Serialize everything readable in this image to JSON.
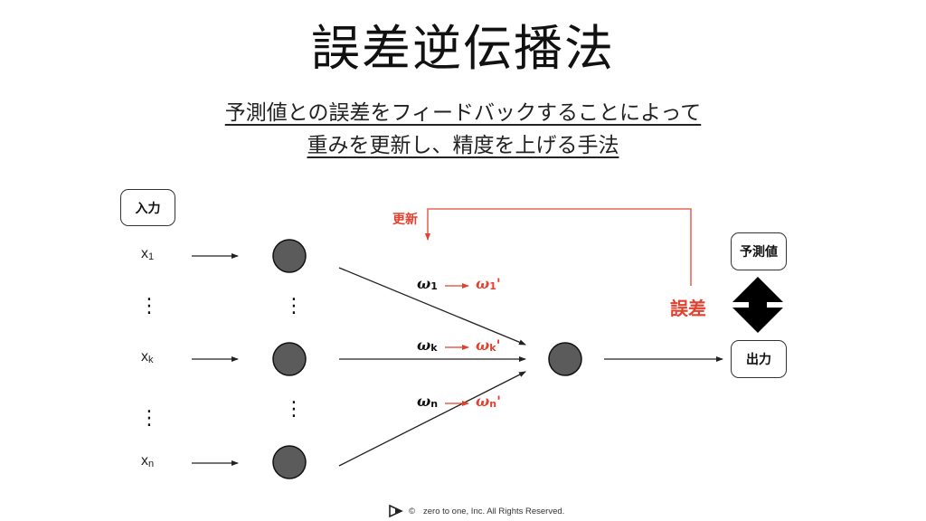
{
  "title": "誤差逆伝播法",
  "subtitle": {
    "line1": "予測値との誤差をフィードバックすることによって",
    "line2": "重みを更新し、精度を上げる手法"
  },
  "diagram": {
    "input_label": "入力",
    "inputs": [
      {
        "base": "x",
        "sub": "1"
      },
      {
        "base": "x",
        "sub": "k"
      },
      {
        "base": "x",
        "sub": "n"
      }
    ],
    "ellipsis": "⋮",
    "weights": [
      {
        "old_base": "ω",
        "old_sub": "1",
        "new_base": "ω",
        "new_sub": "1",
        "prime": "'"
      },
      {
        "old_base": "ω",
        "old_sub": "k",
        "new_base": "ω",
        "new_sub": "k",
        "prime": "'"
      },
      {
        "old_base": "ω",
        "old_sub": "n",
        "new_base": "ω",
        "new_sub": "n",
        "prime": "'"
      }
    ],
    "update_label": "更新",
    "error_label": "誤差",
    "prediction_label": "予測値",
    "output_label": "出力",
    "colors": {
      "node_fill": "#5b5b5b",
      "accent_red": "#e2412f",
      "line": "#222222"
    }
  },
  "footer": {
    "copyright_symbol": "©",
    "text": "zero to one, Inc. All Rights Reserved."
  }
}
